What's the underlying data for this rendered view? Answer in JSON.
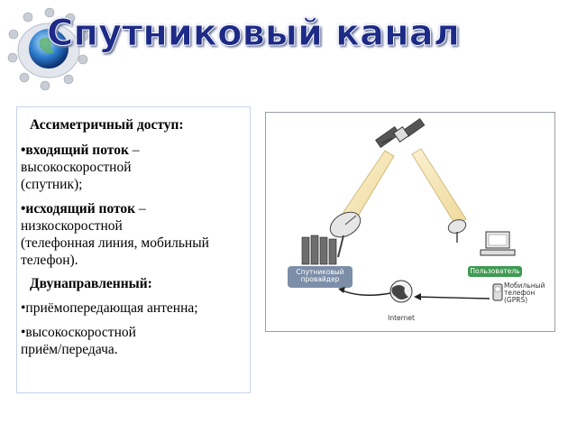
{
  "slide": {
    "title": "Спутниковый канал"
  },
  "textbox": {
    "heading1": "Ассиметричный доступ:",
    "item1_bold": "•входящий поток",
    "item1_rest_line1": " –",
    "item1_line2": "высокоскоростной",
    "item1_line3": "(спутник);",
    "item2_bold": "•исходящий поток",
    "item2_rest_line1": " –",
    "item2_line2": "низкоскоростной",
    "item2_line3": "(телефонная линия, мобильный",
    "item2_line4": "телефон).",
    "heading2": "Двунаправленный:",
    "item3": "•приёмопередающая антенна;",
    "item4_line1": "•высокоскоростной",
    "item4_line2": "приём/передача."
  },
  "diagram": {
    "provider_label_line1": "Спутниковый",
    "provider_label_line2": "провайдер",
    "user_label": "Пользователь",
    "mobile_label_line1": "Мобильный",
    "mobile_label_line2": "телефон",
    "mobile_label_line3": "(GPRS)",
    "internet_label": "Internet",
    "colors": {
      "provider_badge": "#7c8ea8",
      "user_badge": "#3f9a52",
      "beam": "#f3e2b0",
      "beam_edge": "#c9b06a"
    }
  }
}
